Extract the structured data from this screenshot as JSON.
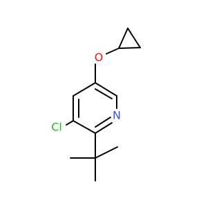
{
  "molecule": {
    "atoms": {
      "oxygen": {
        "symbol": "O",
        "color": "#ff0d0d"
      },
      "chlorine": {
        "symbol": "Cl",
        "color": "#1fbf1f"
      },
      "nitrogen": {
        "symbol": "N",
        "color": "#3050f8"
      }
    },
    "bond_color": "#000000"
  }
}
